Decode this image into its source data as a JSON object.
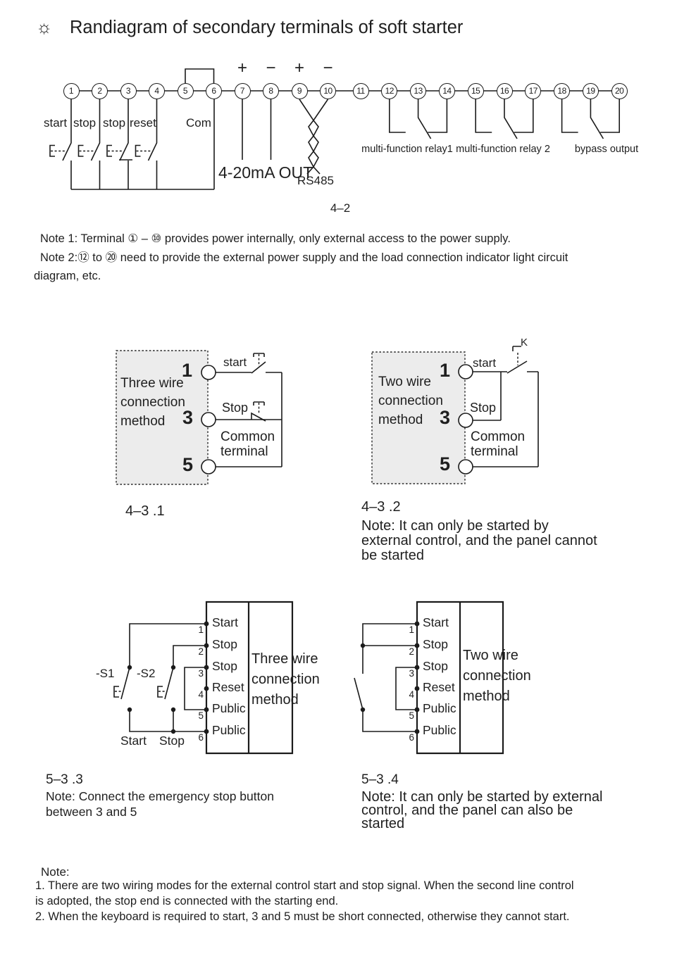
{
  "colors": {
    "line": "#1b1b1b",
    "box_fill": "#ececec",
    "text": "#1f1f1f"
  },
  "header": {
    "icon": "☼",
    "title": "Randiagram of secondary terminals of soft starter"
  },
  "strip": {
    "terminals": [
      "1",
      "2",
      "3",
      "4",
      "5",
      "6",
      "7",
      "8",
      "9",
      "10",
      "11",
      "12",
      "13",
      "14",
      "15",
      "16",
      "17",
      "18",
      "19",
      "20"
    ],
    "switch_labels": [
      "start",
      "stop",
      "stop",
      "reset"
    ],
    "com_label": "Com",
    "polarity": [
      "+",
      "−",
      "+",
      "−"
    ],
    "out_label": "4-20mA OUT",
    "rs485_label": "RS485",
    "relay_labels": [
      "multi-function relay1",
      "multi-function relay 2",
      "bypass output"
    ],
    "caption": "4–2"
  },
  "notes_top": {
    "line1": "Note 1: Terminal ① – ⑩ provides power internally, only external access to the power supply.",
    "line2": "Note 2:⑫ to ⑳ need to provide the external power supply and the load connection indicator light circuit",
    "line3": "diagram, etc."
  },
  "fig431": {
    "box_lines": [
      "Three wire",
      "connection",
      "method"
    ],
    "terminals": [
      "1",
      "3",
      "5"
    ],
    "start_label": "start",
    "stop_label": "Stop",
    "common_lines": [
      "Common",
      "terminal"
    ],
    "caption": "4–3 .1"
  },
  "fig432": {
    "box_lines": [
      "Two wire",
      "connection",
      "method"
    ],
    "terminals": [
      "1",
      "3",
      "5"
    ],
    "start_label": "start",
    "stop_label": "Stop",
    "common_lines": [
      "Common",
      "terminal"
    ],
    "k_label": "K",
    "caption": "4–3 .2",
    "note_lines": [
      "Note: It can only be started by",
      "external control, and the panel cannot",
      "be started"
    ]
  },
  "fig533": {
    "rows": [
      {
        "num": "1",
        "label": "Start"
      },
      {
        "num": "2",
        "label": "Stop"
      },
      {
        "num": "3",
        "label": "Stop"
      },
      {
        "num": "4",
        "label": "Reset"
      },
      {
        "num": "5",
        "label": "Public"
      },
      {
        "num": "6",
        "label": "Public"
      }
    ],
    "box_lines": [
      "Three wire",
      "connection",
      "method"
    ],
    "s1_label": "-S1",
    "s2_label": "-S2",
    "start_label": "Start",
    "stop_label": "Stop",
    "caption": "5–3 .3",
    "note_lines": [
      "Note: Connect the emergency stop button",
      "between 3 and 5"
    ]
  },
  "fig534": {
    "rows": [
      {
        "num": "1",
        "label": "Start"
      },
      {
        "num": "2",
        "label": "Stop"
      },
      {
        "num": "3",
        "label": "Stop"
      },
      {
        "num": "4",
        "label": "Reset"
      },
      {
        "num": "5",
        "label": "Public"
      },
      {
        "num": "6",
        "label": "Public"
      }
    ],
    "box_lines": [
      "Two wire",
      "connection",
      "method"
    ],
    "caption": "5–3 .4",
    "note_lines": [
      "Note: It can only be started by external",
      "control, and the panel can also be",
      "started"
    ]
  },
  "notes_bottom": {
    "header": "Note:",
    "line1": "1. There are two wiring modes for the external control start and stop signal. When the second line control",
    "line2": "is adopted, the stop end is connected with the starting end.",
    "line3": "2. When the keyboard is required to start, 3 and 5 must be short connected, otherwise they cannot start."
  }
}
